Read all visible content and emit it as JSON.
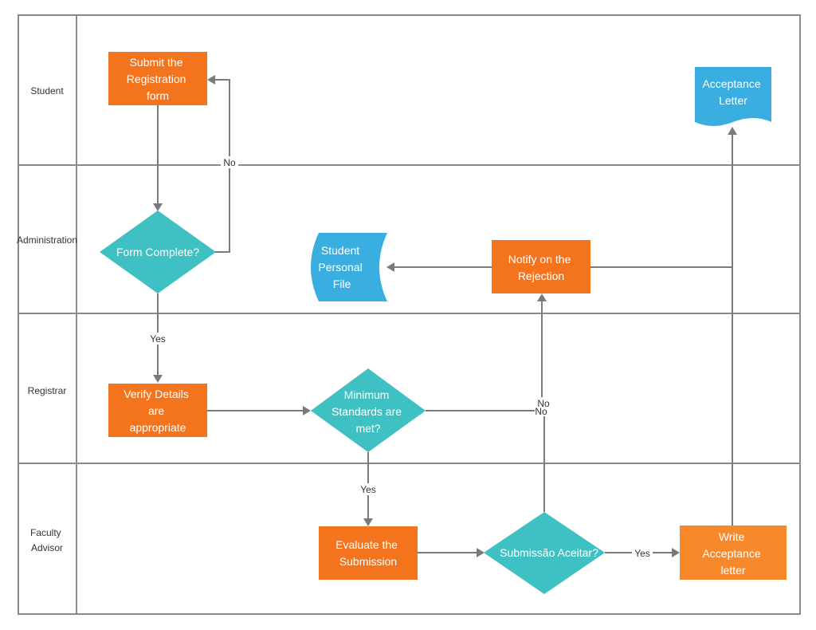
{
  "lanes": {
    "student": [
      "Student"
    ],
    "administration": [
      "Administration"
    ],
    "registrar": [
      "Registrar"
    ],
    "faculty": [
      "Faculty",
      "Advisor"
    ]
  },
  "nodes": {
    "submit": [
      "Submit the",
      "Registration",
      "form"
    ],
    "form_complete": [
      "Form Complete?"
    ],
    "verify": [
      "Verify Details",
      "are",
      "appropriate"
    ],
    "min_standards": [
      "Minimum",
      "Standards are",
      "met?"
    ],
    "notify": [
      "Notify on the",
      "Rejection"
    ],
    "personal_file": [
      "Student",
      "Personal",
      "File"
    ],
    "acceptance_letter": [
      "Acceptance",
      "Letter"
    ],
    "evaluate": [
      "Evaluate the",
      "Submission"
    ],
    "submissao": [
      "Submissão Aceitar?"
    ],
    "write": [
      "Write",
      "Acceptance",
      "letter"
    ]
  },
  "edge_labels": {
    "no_form": "No",
    "yes_form": "Yes",
    "no_min_1": "No",
    "no_min_2": "No",
    "yes_min": "Yes",
    "yes_sub": "Yes"
  },
  "colors": {
    "process": "#f4741e",
    "process_light": "#f8892b",
    "decision": "#3fc0c2",
    "document": "#3aaee0",
    "edge": "#7a7a7a",
    "border": "#8a8a8a"
  }
}
